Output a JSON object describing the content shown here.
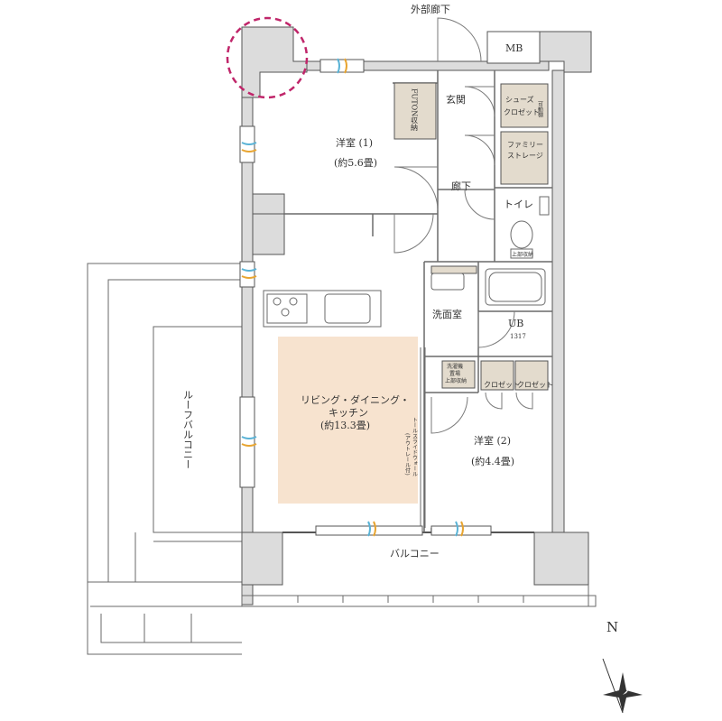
{
  "labels": {
    "corridor": "外部廊下",
    "mb": "MB",
    "entrance": "玄関",
    "shoes_closet_1": "シューズ",
    "shoes_closet_2": "クロゼット",
    "movable_shelf": "可動棚",
    "family_storage_1": "ファミリー",
    "family_storage_2": "ストレージ",
    "hallway": "廊下",
    "toilet": "トイレ",
    "upper_storage_toilet": "上部収納",
    "futon_storage": "FUTON収納",
    "room1_name": "洋室 (1)",
    "room1_size": "(約5.6畳)",
    "washroom": "洗面室",
    "ub_label": "UB",
    "ub_size": "1317",
    "laundry_1": "洗濯機",
    "laundry_2": "置場",
    "upper_storage_wash": "上部収納",
    "closet_a": "クロゼット",
    "closet_b": "クロゼット",
    "ldk_line1": "リビング・ダイニング・",
    "ldk_line2": "キッチン",
    "ldk_size": "(約13.3畳)",
    "slide_wall_1": "トールスライドウォール",
    "slide_wall_2": "(アウトレール付)",
    "room2_name": "洋室 (2)",
    "room2_size": "(約4.4畳)",
    "roof_balcony": "ルーフバルコニー",
    "balcony": "バルコニー",
    "north": "N"
  },
  "colors": {
    "wall": "#dcdcdc",
    "wall_line": "#555555",
    "line": "#6a6a6a",
    "ldk_fill": "#f7e3cf",
    "storage_fill": "#e3dbcd",
    "marker": "#c0266a",
    "window_blue": "#5ab3d6",
    "window_orange": "#e8a531"
  }
}
